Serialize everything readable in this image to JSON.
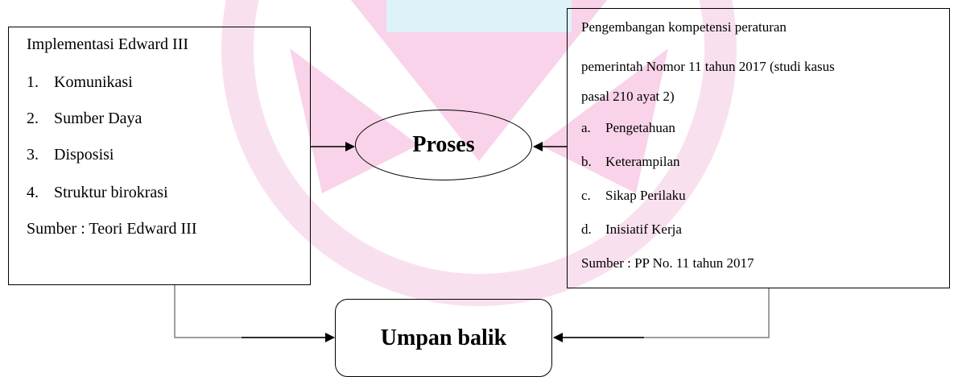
{
  "left_box": {
    "title": "Implementasi Edward  III",
    "items": [
      {
        "num": "1.",
        "text": "Komunikasi"
      },
      {
        "num": "2.",
        "text": "Sumber Daya"
      },
      {
        "num": "3.",
        "text": "Disposisi"
      },
      {
        "num": "4.",
        "text": "Struktur birokrasi"
      }
    ],
    "source": "Sumber : Teori Edward III"
  },
  "right_box": {
    "title_lines": [
      "Pengembangan kompetensi peraturan",
      "pemerintah Nomor 11 tahun 2017 (studi kasus",
      "pasal 210 ayat 2)"
    ],
    "items": [
      {
        "letter": "a.",
        "text": "Pengetahuan"
      },
      {
        "letter": "b.",
        "text": "Keterampilan"
      },
      {
        "letter": "c.",
        "text": "Sikap Perilaku"
      },
      {
        "letter": "d.",
        "text": "Inisiatif Kerja"
      }
    ],
    "source": "Sumber : PP No. 11 tahun 2017"
  },
  "center_node": {
    "label": "Proses"
  },
  "bottom_node": {
    "label": "Umpan balik"
  },
  "colors": {
    "line": "#000000",
    "connector_gray": "#7f7f7f",
    "watermark": "#f7d6ea"
  }
}
